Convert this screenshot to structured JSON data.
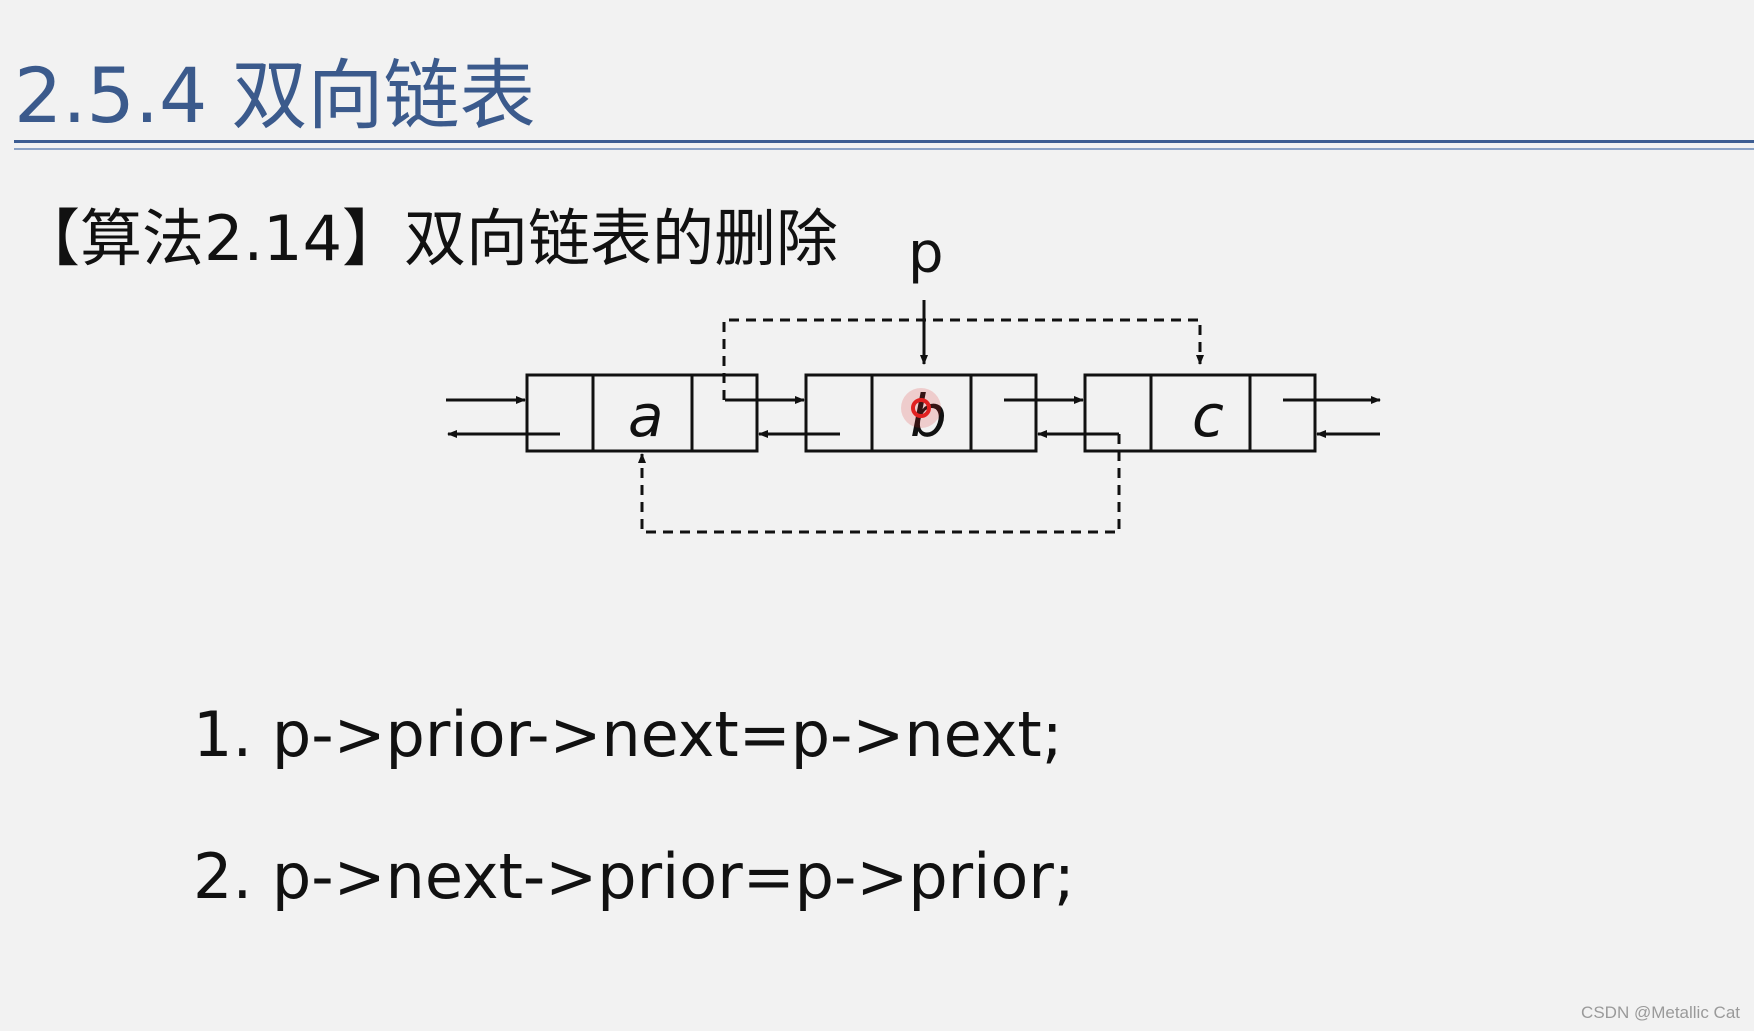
{
  "slide": {
    "title": "2.5.4 双向链表",
    "heading": "【算法2.14】双向链表的删除"
  },
  "diagram": {
    "pointer_label": "p",
    "nodes": [
      {
        "value": "a"
      },
      {
        "value": "b"
      },
      {
        "value": "c"
      }
    ]
  },
  "code": {
    "line1": "1. p->prior->next=p->next;",
    "line2": "2. p->next->prior=p->prior;"
  },
  "watermark": "CSDN @Metallic Cat",
  "colors": {
    "title": "#3b5a8c",
    "rule": "#3d5d92",
    "cursor_marker": "#e02020"
  }
}
